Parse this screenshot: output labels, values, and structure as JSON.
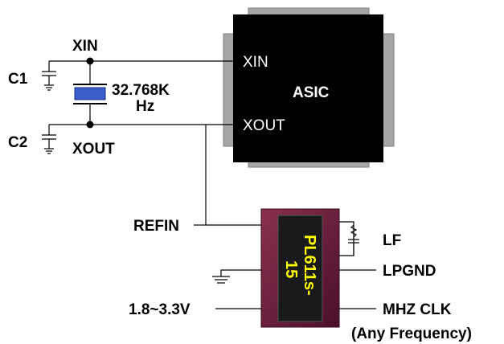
{
  "asic": {
    "title": "ASIC",
    "pin_xin": "XIN",
    "pin_xout": "XOUT"
  },
  "crystal": {
    "freq_line1": "32.768K",
    "freq_line2": "Hz"
  },
  "labels": {
    "xin": "XIN",
    "xout": "XOUT",
    "c1": "C1",
    "c2": "C2",
    "refin": "REFIN",
    "lf": "LF",
    "lpgnd": "LPGND",
    "mhz_clk": "MHZ CLK",
    "any_frequency": "(Any Frequency)",
    "voltage": "1.8~3.3V"
  },
  "pll_chip": {
    "line1": "PL611s-",
    "line2": "15"
  },
  "colors": {
    "asic_body": "#000000",
    "asic_pins": "#a6a6a6",
    "chip_body": "#6b1a3a",
    "chip_window": "#1a1a1a",
    "chip_text": "#ffff00",
    "crystal": "#3a5fcd"
  }
}
